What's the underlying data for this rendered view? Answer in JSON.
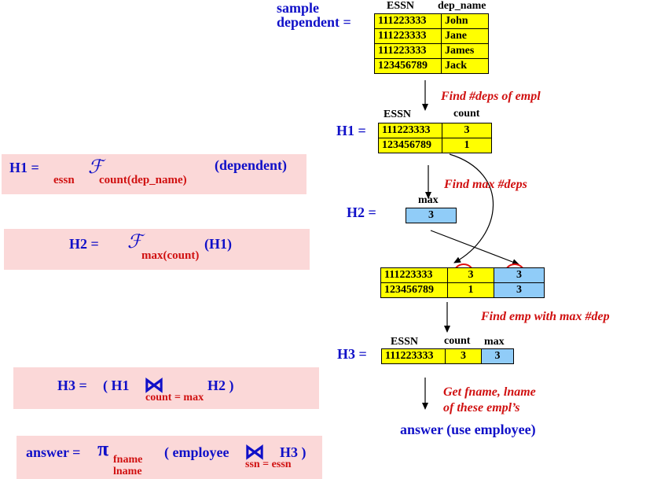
{
  "sample": {
    "label_line1": "sample",
    "label_line2": "dependent =",
    "col_essn": "ESSN",
    "col_dep_name": "dep_name",
    "rows": [
      {
        "essn": "111223333",
        "dep_name": "John"
      },
      {
        "essn": "111223333",
        "dep_name": "Jane"
      },
      {
        "essn": "111223333",
        "dep_name": "James"
      },
      {
        "essn": "123456789",
        "dep_name": "Jack"
      }
    ]
  },
  "step_labels": {
    "find_deps": "Find #deps of empl",
    "find_max": "Find max #deps",
    "find_emp": "Find emp with max #dep",
    "get_names_line1": "Get fname, lname",
    "get_names_line2": "of these empl’s"
  },
  "h1_table": {
    "label": "H1 =",
    "col_essn": "ESSN",
    "col_count": "count",
    "rows": [
      {
        "essn": "111223333",
        "count": "3"
      },
      {
        "essn": "123456789",
        "count": "1"
      }
    ]
  },
  "h2_table": {
    "label": "H2 =",
    "col_max": "max",
    "value": "3"
  },
  "join_table": {
    "rows": [
      {
        "essn": "111223333",
        "count": "3",
        "max": "3"
      },
      {
        "essn": "123456789",
        "count": "1",
        "max": "3"
      }
    ]
  },
  "h3_table": {
    "label": "H3 =",
    "col_essn": "ESSN",
    "col_count": "count",
    "col_max": "max",
    "row": {
      "essn": "111223333",
      "count": "3",
      "max": "3"
    }
  },
  "answer_label": "answer (use employee)",
  "formulas": {
    "h1": {
      "lhs": "H1 =",
      "group": "essn",
      "func_symbol": "ℱ",
      "func": "count(dep_name)",
      "arg": "(dependent)"
    },
    "h2": {
      "lhs": "H2 =",
      "func_symbol": "ℱ",
      "func": "max(count)",
      "arg": "(H1)"
    },
    "h3": {
      "lhs": "H3 =",
      "open": "( H1",
      "join_symbol": "⋈",
      "rhs": "H2 )",
      "cond": "count = max"
    },
    "answer": {
      "lhs": "answer =",
      "pi": "π",
      "attr1": "fname",
      "attr2": "lname",
      "open": "( employee",
      "join_symbol": "⋈",
      "rhs": "H3 )",
      "cond": "ssn = essn"
    }
  },
  "colors": {
    "blue_text": "#1010c8",
    "red_text": "#d01010",
    "yellow_cell": "#ffff00",
    "cyan_cell": "#90ccf8",
    "formula_box": "#fbd8d8",
    "circle": "#e01010"
  }
}
